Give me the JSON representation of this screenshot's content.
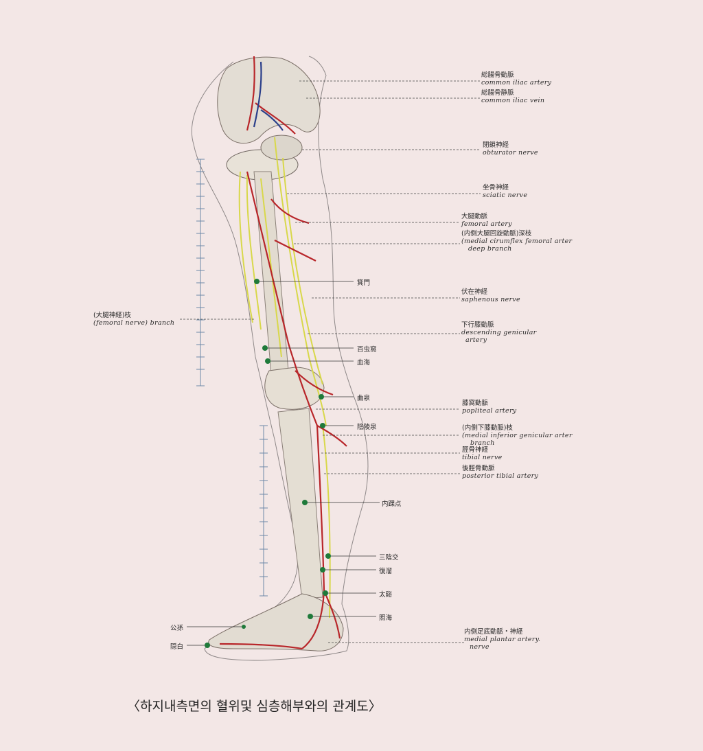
{
  "labels": {
    "common_iliac_artery": {
      "cjk": "総腸骨動脈",
      "en": "common iliac artery"
    },
    "common_iliac_vein": {
      "cjk": "総腸骨静脈",
      "en": "common iliac vein"
    },
    "obturator_nerve": {
      "cjk": "閉鎖神経",
      "en": "obturator nerve"
    },
    "sciatic_nerve": {
      "cjk": "坐骨神経",
      "en": "sciatic nerve"
    },
    "femoral_artery": {
      "cjk": "大腿動脈",
      "en": "femoral artery"
    },
    "medial_circumflex": {
      "cjk": "(内側大腿回旋動脈)深枝",
      "en": "(medial cirumflex femoral arter",
      "en2": "deep branch"
    },
    "saphenous_nerve": {
      "cjk": "伏在神経",
      "en": "saphenous nerve"
    },
    "descending_genicular": {
      "cjk": "下行膝動脈",
      "en": "descending genicular",
      "en2": "artery"
    },
    "popliteal_artery": {
      "cjk": "膝窩動脈",
      "en": "popliteal artery"
    },
    "medial_inferior_genicular": {
      "cjk": "(内側下膝動脈)枝",
      "en": "(medial inferior genicular arter",
      "en2": "branch"
    },
    "tibial_nerve": {
      "cjk": "脛骨神経",
      "en": "tibial nerve"
    },
    "posterior_tibial": {
      "cjk": "後脛骨動脈",
      "en": "posterior tibial artery"
    },
    "medial_plantar": {
      "cjk": "内側足底動脈・神経",
      "en": "medial plantar artery.",
      "en2": "nerve"
    },
    "femoral_nerve_branch": {
      "cjk": "(大腿神経)枝",
      "en": "(femoral nerve) branch"
    }
  },
  "points": {
    "jimen": "箕門",
    "baichongwo": "百虫窩",
    "xuehai": "血海",
    "ququan": "曲泉",
    "yinlingquan": "陰陵泉",
    "neihuaidian": "内踝点",
    "sanyinjiao": "三陰交",
    "fuliu": "復溜",
    "taixi": "太谿",
    "zhaohai": "照海",
    "gongsun": "公孫",
    "yinbai": "隠白"
  },
  "caption": "〈하지내측면의 혈위및 심층해부와의 관계도〉",
  "colors": {
    "artery": "#b8262a",
    "vein": "#2b3f8a",
    "nerve": "#d8d84a",
    "point": "#1f7a3a",
    "background": "#f3e7e6"
  }
}
